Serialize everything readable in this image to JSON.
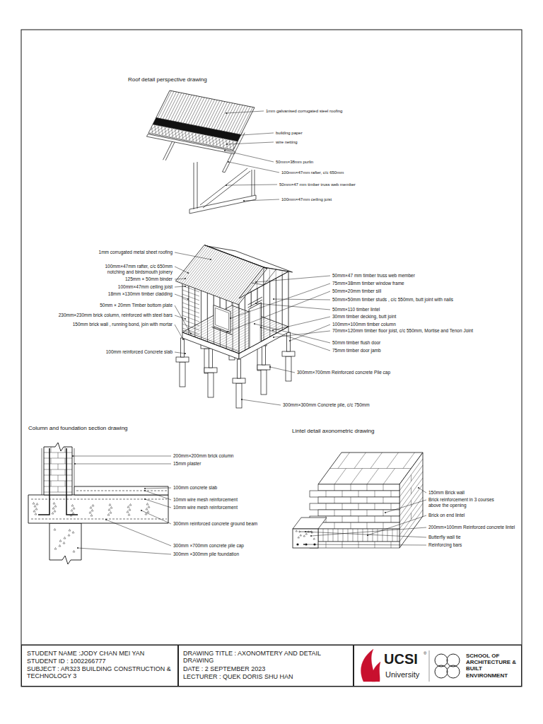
{
  "diagram": {
    "nodes": [
      {
        "text": [
          "STUDENT NAME :JODY CHAN MEI YAN",
          "STUDENT ID : 1002266777",
          "SUBJECT : AR323 BUILDING CONSTRUCTION & TECHNOLOGY 3"
        ]
      },
      {
        "text": [
          "DRAWING TITLE : AXONOMTERY AND DETAIL DRAWING",
          "DATE : 2 SEPTEMBER 2023",
          "LECTURER : QUEK DORIS SHU HAN"
        ]
      },
      {
        "text": [
          "UCSI",
          "®",
          "University",
          "SCHOOL OF ARCHITECTURE & BUILT ENVIRONMENT"
        ]
      }
    ],
    "labels": [
      "Roof detail perspective drawing",
      "1mm galvanised corrugated steel roofing",
      "building paper",
      "wire netting",
      "50mm×38mm purlin",
      "100mm×47mm rafter, c/c 650mm",
      "50mm×47 mm timber truss web member",
      "100mm×47mm ceiling joist",
      "1mm corrugated metal sheet roofing",
      "100mm×47mm rafter, c/c 650mm notching and birdsmouth joinery",
      "125mm × 50mm binder",
      "100mm×47mm ceiling joist",
      "18mm ×130mm timber cladding",
      "50mm × 20mm Timber bottom plate",
      "230mm×230mm brick column, reinforced with steel bars",
      "150mm brick wall , running bond, join with mortar",
      "100mm reinforced Concrete slab",
      "50mm×47 mm timber truss web member",
      "75mm×38mm timber window frame",
      "50mm×20mm timber sill",
      "50mm×50mm timber studs , c/c 550mm, butt joint with nails",
      "50mm×110 timber lintel",
      "30mm timber decking, butt joint",
      "100mm×100mm timber column",
      "70mm×120mm timber floor joist, c/c 550mm, Mortise and Tenon Joint",
      "50mm timber flush door",
      "75mm timber door jamb",
      "300mm×700mm Reinforced concrete Pile cap",
      "300mm×300mm Concrete pile, c/c 750mm",
      "Column and foundation section drawing",
      "200mm×200mm brick column",
      "15mm plaster",
      "100mm concrete slab",
      "10mm wire mesh reinforcement",
      "10mm wire mesh reinforcement",
      "300mm reinforced concrete ground beam",
      "300mm ×700mm concrete pile cap",
      "300mm ×300mm pile foundation",
      "Lintel detail axonometric drawing",
      "150mm Brick wall",
      "Brick reinforcement in 3 courses above the opening",
      "Brick on end lintel",
      "200mm×100mm Reinforced concrete lintel",
      "Butterfly wall tie",
      "Reinforcing bars"
    ]
  }
}
